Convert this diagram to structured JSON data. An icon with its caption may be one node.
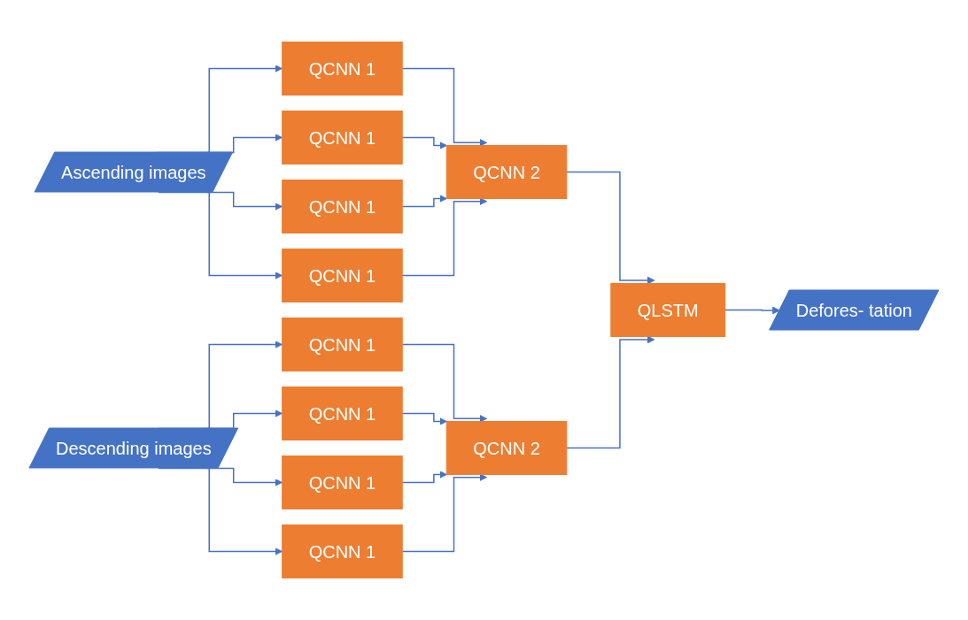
{
  "diagram": {
    "nodes": [
      {
        "text": [
          "Ascending images"
        ]
      },
      {
        "text": [
          "QCNN 1"
        ]
      },
      {
        "text": [
          "QCNN 1"
        ]
      },
      {
        "text": [
          "QCNN 1"
        ]
      },
      {
        "text": [
          "QCNN 1"
        ]
      },
      {
        "text": [
          "QCNN 2"
        ]
      },
      {
        "text": [
          "QLSTM"
        ]
      },
      {
        "text": [
          "Defores- tation"
        ]
      },
      {
        "text": [
          "Descending images"
        ]
      },
      {
        "text": [
          "QCNN 1"
        ]
      },
      {
        "text": [
          "QCNN 1"
        ]
      },
      {
        "text": [
          "QCNN 1"
        ]
      },
      {
        "text": [
          "QCNN 1"
        ]
      },
      {
        "text": [
          "QCNN 2"
        ]
      }
    ],
    "edges": [
      {
        "from": 0,
        "to": 1,
        "arrow": "to"
      },
      {
        "from": 0,
        "to": 2,
        "arrow": "to"
      },
      {
        "from": 0,
        "to": 3,
        "arrow": "to"
      },
      {
        "from": 0,
        "to": 4,
        "arrow": "to"
      },
      {
        "from": 1,
        "to": 5,
        "arrow": "to"
      },
      {
        "from": 2,
        "to": 5,
        "arrow": "to"
      },
      {
        "from": 3,
        "to": 5,
        "arrow": "to"
      },
      {
        "from": 4,
        "to": 5,
        "arrow": "to"
      },
      {
        "from": 5,
        "to": 6,
        "arrow": "to"
      },
      {
        "from": 13,
        "to": 6,
        "arrow": "to"
      },
      {
        "from": 6,
        "to": 7,
        "arrow": "to"
      },
      {
        "from": 8,
        "to": 9,
        "arrow": "to"
      },
      {
        "from": 8,
        "to": 10,
        "arrow": "to"
      },
      {
        "from": 8,
        "to": 11,
        "arrow": "to"
      },
      {
        "from": 8,
        "to": 12,
        "arrow": "to"
      },
      {
        "from": 9,
        "to": 13,
        "arrow": "to"
      },
      {
        "from": 10,
        "to": 13,
        "arrow": "to"
      },
      {
        "from": 11,
        "to": 13,
        "arrow": "to"
      },
      {
        "from": 12,
        "to": 13,
        "arrow": "to"
      }
    ]
  }
}
